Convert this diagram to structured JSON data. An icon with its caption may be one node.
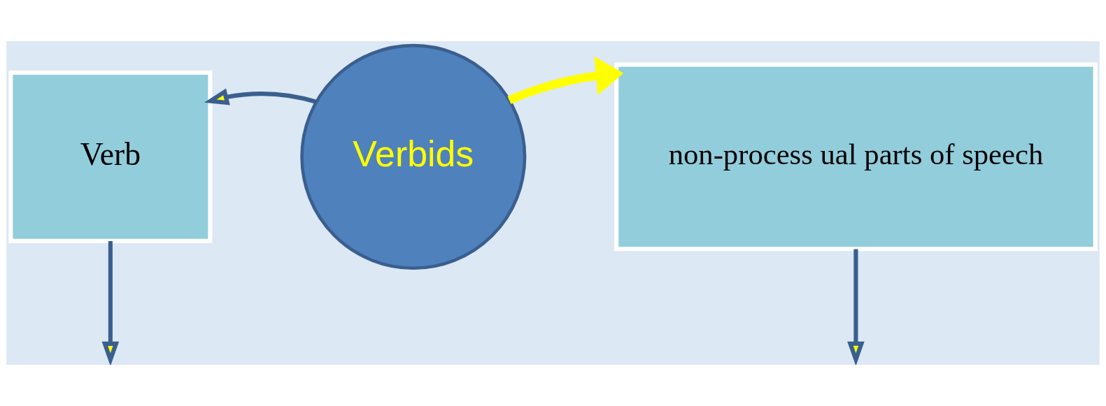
{
  "diagram": {
    "nodes": [
      {
        "text": [
          "Verb"
        ]
      },
      {
        "text": [
          "Verbids"
        ]
      },
      {
        "text": [
          "non-process ual parts of speech"
        ]
      }
    ],
    "edges": [
      {
        "from": 1,
        "to": 0,
        "arrow": "to"
      },
      {
        "from": 1,
        "to": 2,
        "arrow": "to",
        "style": "thick",
        "color": "#ffff00"
      },
      {
        "from": 0,
        "to": null,
        "arrow": "to"
      },
      {
        "from": 2,
        "to": null,
        "arrow": "to"
      }
    ]
  }
}
